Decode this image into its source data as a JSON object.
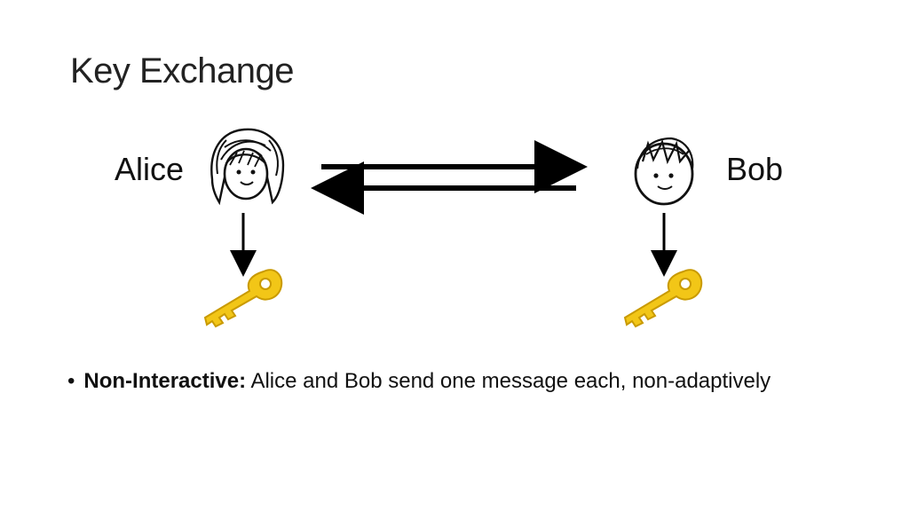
{
  "slide": {
    "title": "Key Exchange"
  },
  "parties": {
    "alice": {
      "label": "Alice",
      "avatar_icon": "alice-face-icon",
      "key_icon": "key-icon"
    },
    "bob": {
      "label": "Bob",
      "avatar_icon": "bob-face-icon",
      "key_icon": "key-icon"
    }
  },
  "colors": {
    "key_fill": "#f2c617",
    "key_outline": "#c99a00",
    "arrow": "#000000"
  },
  "bullet": {
    "marker": "•",
    "bold_text": "Non-Interactive:",
    "text": " Alice and Bob send one message each, non-adaptively"
  }
}
